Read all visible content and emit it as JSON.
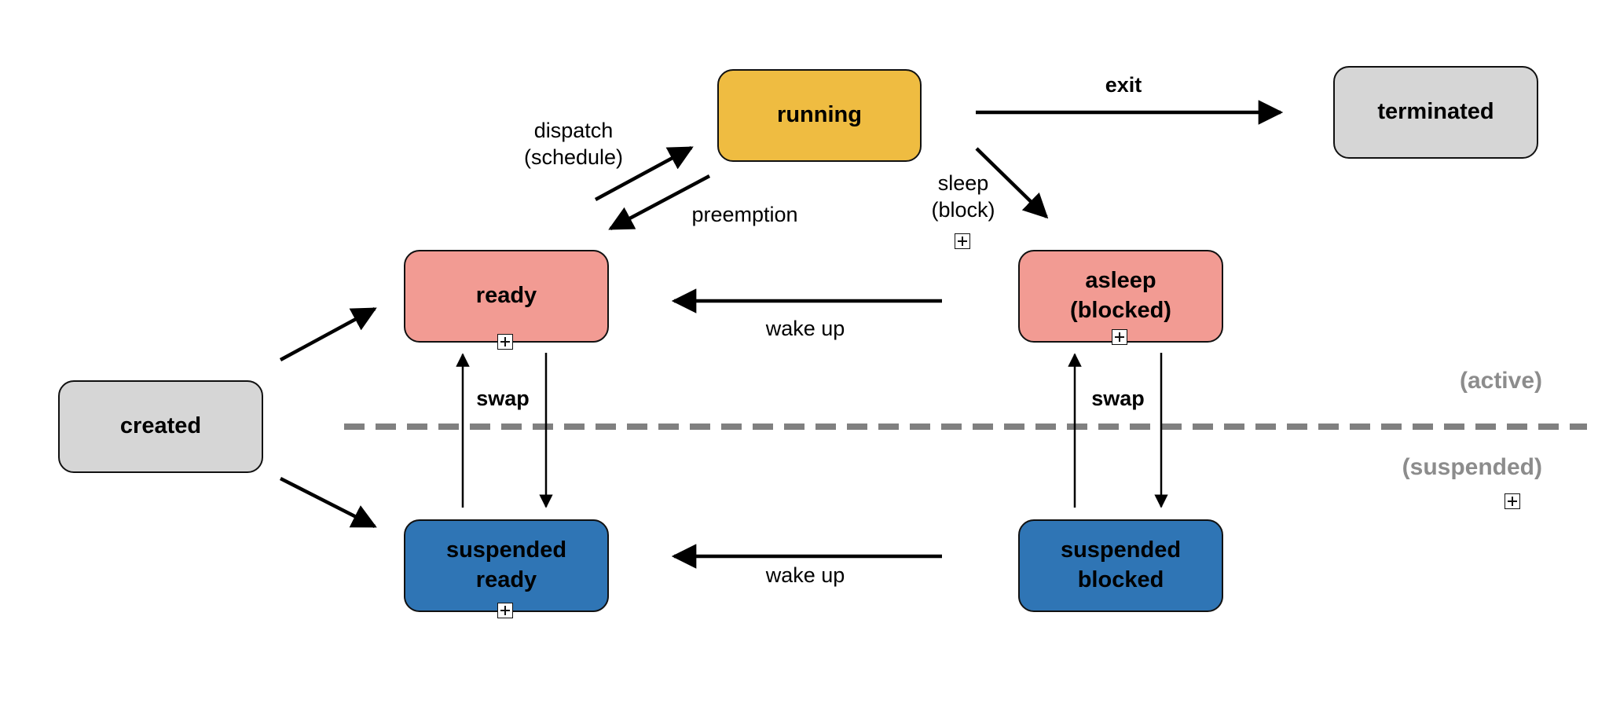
{
  "states": {
    "running": "running",
    "terminated": "terminated",
    "ready": "ready",
    "asleep": "asleep\n(blocked)",
    "created": "created",
    "suspended_ready": "suspended\nready",
    "suspended_blocked": "suspended\nblocked"
  },
  "transitions": {
    "exit": "exit",
    "dispatch": "dispatch\n(schedule)",
    "preemption": "preemption",
    "sleep": "sleep\n(block)",
    "wake_up_active": "wake up",
    "swap_ready": "swap",
    "swap_blocked": "swap",
    "wake_up_suspended": "wake up"
  },
  "regions": {
    "active": "(active)",
    "suspended": "(suspended)"
  },
  "colors": {
    "created_terminated": "#d6d6d6",
    "running": "#efbc41",
    "active_states": "#f29b93",
    "suspended_states": "#2f75b5",
    "region_label": "#8c8c8c",
    "divider": "#808080"
  }
}
